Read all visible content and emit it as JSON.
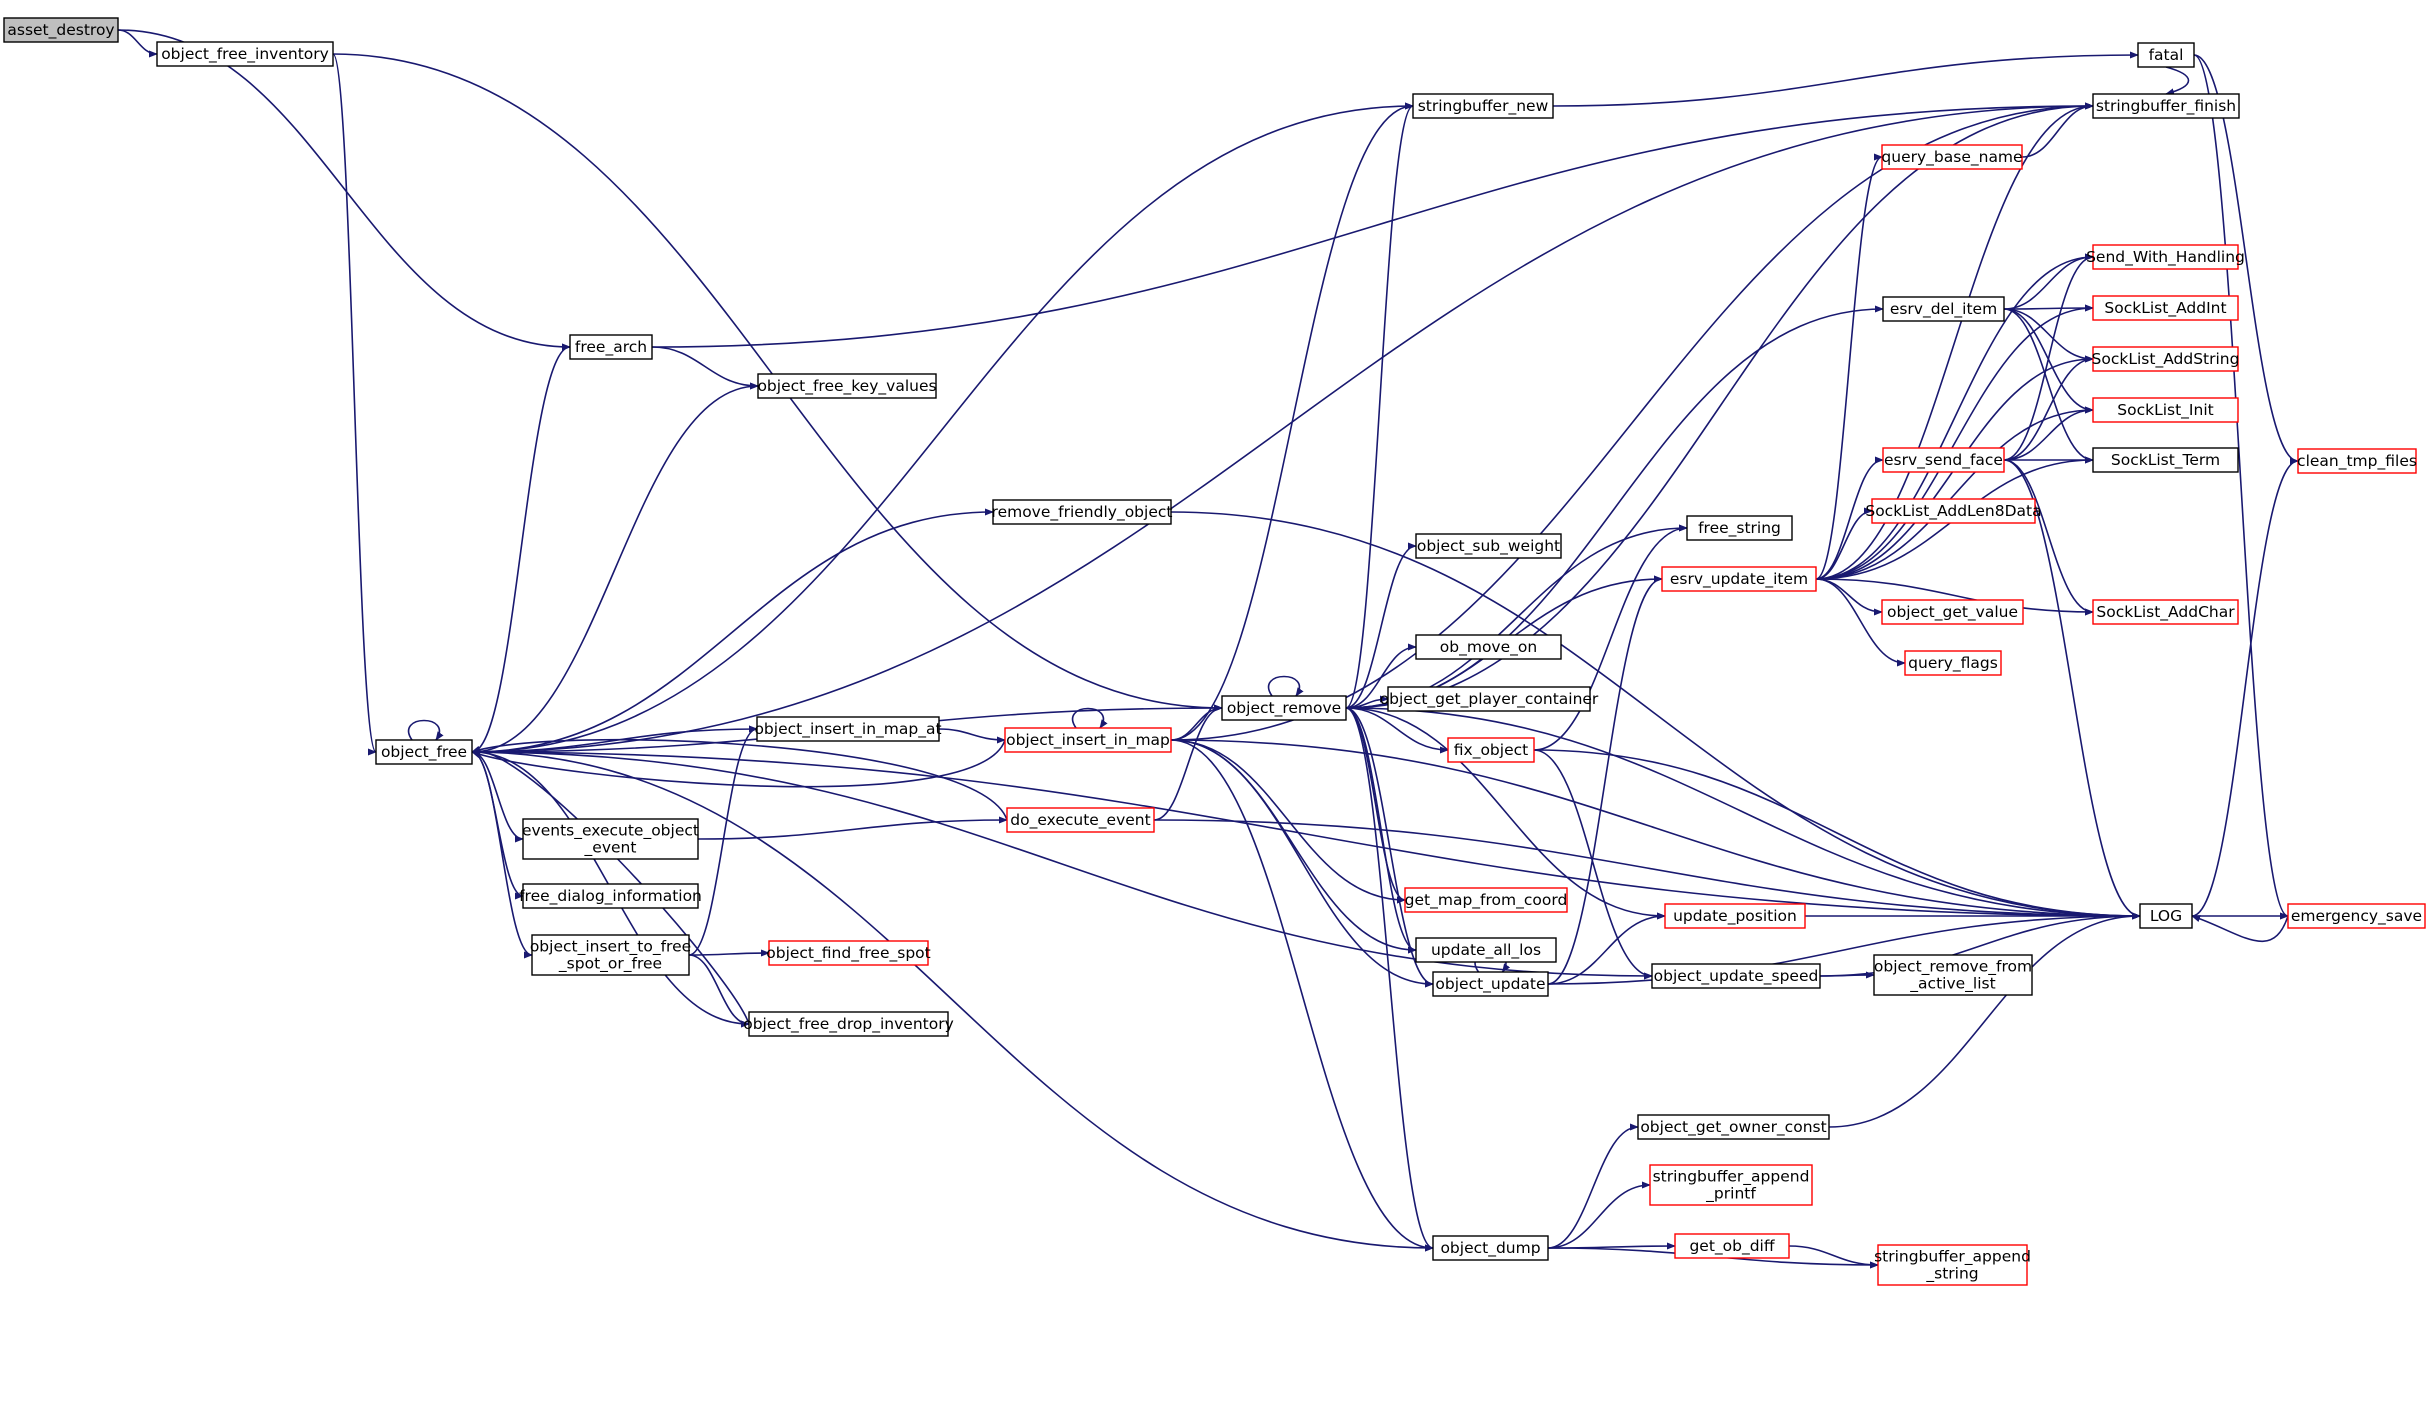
{
  "graph": {
    "colors": {
      "edge": "#191970",
      "node_border": "#000000",
      "node_border_missing": "#ff0000",
      "root_fill": "#bfbfbf",
      "node_fill": "#ffffff",
      "text": "#000000"
    },
    "nodes": [
      {
        "id": "asset_destroy",
        "label": "asset_destroy",
        "root": true
      },
      {
        "id": "object_free_inventory",
        "label": "object_free_inventory"
      },
      {
        "id": "object_free",
        "label": "object_free"
      },
      {
        "id": "free_arch",
        "label": "free_arch"
      },
      {
        "id": "object_free_key_values",
        "label": "object_free_key_values"
      },
      {
        "id": "remove_friendly_object",
        "label": "remove_friendly_object"
      },
      {
        "id": "object_insert_in_map_at",
        "label": "object_insert_in_map_at"
      },
      {
        "id": "events_execute_object_event",
        "label": "events_execute_object\n_event"
      },
      {
        "id": "free_dialog_information",
        "label": "free_dialog_information"
      },
      {
        "id": "object_insert_to_free_spot_or_free",
        "label": "object_insert_to_free\n_spot_or_free"
      },
      {
        "id": "object_free_drop_inventory",
        "label": "object_free_drop_inventory"
      },
      {
        "id": "object_find_free_spot",
        "label": "object_find_free_spot",
        "missing": true
      },
      {
        "id": "object_insert_in_map",
        "label": "object_insert_in_map",
        "missing": true
      },
      {
        "id": "do_execute_event",
        "label": "do_execute_event",
        "missing": true
      },
      {
        "id": "stringbuffer_new",
        "label": "stringbuffer_new"
      },
      {
        "id": "object_remove",
        "label": "object_remove"
      },
      {
        "id": "object_sub_weight",
        "label": "object_sub_weight"
      },
      {
        "id": "ob_move_on",
        "label": "ob_move_on"
      },
      {
        "id": "object_get_player_container",
        "label": "object_get_player_container"
      },
      {
        "id": "fix_object",
        "label": "fix_object",
        "missing": true
      },
      {
        "id": "get_map_from_coord",
        "label": "get_map_from_coord",
        "missing": true
      },
      {
        "id": "update_all_los",
        "label": "update_all_los"
      },
      {
        "id": "object_update",
        "label": "object_update"
      },
      {
        "id": "object_dump",
        "label": "object_dump"
      },
      {
        "id": "free_string",
        "label": "free_string"
      },
      {
        "id": "esrv_update_item",
        "label": "esrv_update_item",
        "missing": true
      },
      {
        "id": "update_position",
        "label": "update_position",
        "missing": true
      },
      {
        "id": "object_update_speed",
        "label": "object_update_speed"
      },
      {
        "id": "object_get_owner_const",
        "label": "object_get_owner_const"
      },
      {
        "id": "stringbuffer_append_printf",
        "label": "stringbuffer_append\n_printf",
        "missing": true
      },
      {
        "id": "get_ob_diff",
        "label": "get_ob_diff",
        "missing": true
      },
      {
        "id": "fatal",
        "label": "fatal"
      },
      {
        "id": "stringbuffer_finish",
        "label": "stringbuffer_finish"
      },
      {
        "id": "query_base_name",
        "label": "query_base_name",
        "missing": true
      },
      {
        "id": "esrv_del_item",
        "label": "esrv_del_item"
      },
      {
        "id": "esrv_send_face",
        "label": "esrv_send_face",
        "missing": true
      },
      {
        "id": "SockList_AddLen8Data",
        "label": "SockList_AddLen8Data",
        "missing": true
      },
      {
        "id": "object_get_value",
        "label": "object_get_value",
        "missing": true
      },
      {
        "id": "query_flags",
        "label": "query_flags",
        "missing": true
      },
      {
        "id": "Send_With_Handling",
        "label": "Send_With_Handling",
        "missing": true
      },
      {
        "id": "SockList_AddInt",
        "label": "SockList_AddInt",
        "missing": true
      },
      {
        "id": "SockList_AddString",
        "label": "SockList_AddString",
        "missing": true
      },
      {
        "id": "SockList_Init",
        "label": "SockList_Init",
        "missing": true
      },
      {
        "id": "SockList_Term",
        "label": "SockList_Term"
      },
      {
        "id": "SockList_AddChar",
        "label": "SockList_AddChar",
        "missing": true
      },
      {
        "id": "object_remove_from_active_list",
        "label": "object_remove_from\n_active_list"
      },
      {
        "id": "stringbuffer_append_string",
        "label": "stringbuffer_append\n_string",
        "missing": true
      },
      {
        "id": "LOG",
        "label": "LOG"
      },
      {
        "id": "emergency_save",
        "label": "emergency_save",
        "missing": true
      },
      {
        "id": "clean_tmp_files",
        "label": "clean_tmp_files",
        "missing": true
      }
    ],
    "edges": [
      [
        "asset_destroy",
        "object_free_inventory"
      ],
      [
        "asset_destroy",
        "free_arch"
      ],
      [
        "object_free_inventory",
        "object_free"
      ],
      [
        "object_free_inventory",
        "object_remove"
      ],
      [
        "object_free",
        "object_free"
      ],
      [
        "object_free",
        "free_arch"
      ],
      [
        "object_free",
        "object_free_key_values"
      ],
      [
        "object_free",
        "remove_friendly_object"
      ],
      [
        "object_free",
        "object_insert_in_map_at"
      ],
      [
        "object_free",
        "events_execute_object_event"
      ],
      [
        "object_free",
        "free_dialog_information"
      ],
      [
        "object_free",
        "object_insert_to_free_spot_or_free"
      ],
      [
        "object_free",
        "object_free_drop_inventory"
      ],
      [
        "object_free",
        "stringbuffer_new"
      ],
      [
        "object_free",
        "stringbuffer_finish"
      ],
      [
        "object_free",
        "object_remove"
      ],
      [
        "object_free",
        "object_update_speed"
      ],
      [
        "object_free",
        "object_dump"
      ],
      [
        "object_free",
        "LOG"
      ],
      [
        "free_arch",
        "object_free_key_values"
      ],
      [
        "free_arch",
        "stringbuffer_finish"
      ],
      [
        "remove_friendly_object",
        "LOG"
      ],
      [
        "object_insert_in_map_at",
        "object_insert_in_map"
      ],
      [
        "events_execute_object_event",
        "do_execute_event"
      ],
      [
        "object_insert_to_free_spot_or_free",
        "object_insert_in_map_at"
      ],
      [
        "object_insert_to_free_spot_or_free",
        "object_find_free_spot"
      ],
      [
        "object_insert_to_free_spot_or_free",
        "object_free_drop_inventory"
      ],
      [
        "object_free_drop_inventory",
        "object_free"
      ],
      [
        "object_insert_in_map",
        "object_insert_in_map"
      ],
      [
        "object_insert_in_map",
        "object_free"
      ],
      [
        "object_insert_in_map",
        "stringbuffer_new"
      ],
      [
        "object_insert_in_map",
        "stringbuffer_finish"
      ],
      [
        "object_insert_in_map",
        "object_remove"
      ],
      [
        "object_insert_in_map",
        "get_map_from_coord"
      ],
      [
        "object_insert_in_map",
        "update_all_los"
      ],
      [
        "object_insert_in_map",
        "object_update"
      ],
      [
        "object_insert_in_map",
        "object_dump"
      ],
      [
        "object_insert_in_map",
        "LOG"
      ],
      [
        "do_execute_event",
        "object_free"
      ],
      [
        "do_execute_event",
        "object_remove"
      ],
      [
        "do_execute_event",
        "LOG"
      ],
      [
        "object_remove",
        "object_remove"
      ],
      [
        "object_remove",
        "stringbuffer_new"
      ],
      [
        "object_remove",
        "stringbuffer_finish"
      ],
      [
        "object_remove",
        "free_string"
      ],
      [
        "object_remove",
        "object_sub_weight"
      ],
      [
        "object_remove",
        "ob_move_on"
      ],
      [
        "object_remove",
        "object_get_player_container"
      ],
      [
        "object_remove",
        "fix_object"
      ],
      [
        "object_remove",
        "get_map_from_coord"
      ],
      [
        "object_remove",
        "update_all_los"
      ],
      [
        "object_remove",
        "object_update"
      ],
      [
        "object_remove",
        "object_dump"
      ],
      [
        "object_remove",
        "esrv_update_item"
      ],
      [
        "object_remove",
        "esrv_del_item"
      ],
      [
        "object_remove",
        "update_position"
      ],
      [
        "object_remove",
        "LOG"
      ],
      [
        "fix_object",
        "free_string"
      ],
      [
        "fix_object",
        "object_update_speed"
      ],
      [
        "fix_object",
        "LOG"
      ],
      [
        "object_update",
        "object_update"
      ],
      [
        "object_update",
        "update_position"
      ],
      [
        "object_update",
        "esrv_update_item"
      ],
      [
        "object_update",
        "LOG"
      ],
      [
        "object_dump",
        "object_get_owner_const"
      ],
      [
        "object_dump",
        "stringbuffer_append_printf"
      ],
      [
        "object_dump",
        "get_ob_diff"
      ],
      [
        "object_dump",
        "stringbuffer_append_string"
      ],
      [
        "stringbuffer_new",
        "fatal"
      ],
      [
        "update_position",
        "LOG"
      ],
      [
        "object_update_speed",
        "object_remove_from_active_list"
      ],
      [
        "object_update_speed",
        "LOG"
      ],
      [
        "object_get_owner_const",
        "LOG"
      ],
      [
        "get_ob_diff",
        "stringbuffer_append_string"
      ],
      [
        "esrv_update_item",
        "query_base_name"
      ],
      [
        "esrv_update_item",
        "esrv_send_face"
      ],
      [
        "esrv_update_item",
        "SockList_AddLen8Data"
      ],
      [
        "esrv_update_item",
        "object_get_value"
      ],
      [
        "esrv_update_item",
        "query_flags"
      ],
      [
        "esrv_update_item",
        "Send_With_Handling"
      ],
      [
        "esrv_update_item",
        "SockList_AddInt"
      ],
      [
        "esrv_update_item",
        "SockList_AddString"
      ],
      [
        "esrv_update_item",
        "SockList_Init"
      ],
      [
        "esrv_update_item",
        "SockList_Term"
      ],
      [
        "esrv_update_item",
        "SockList_AddChar"
      ],
      [
        "esrv_update_item",
        "stringbuffer_finish"
      ],
      [
        "query_base_name",
        "stringbuffer_finish"
      ],
      [
        "esrv_del_item",
        "Send_With_Handling"
      ],
      [
        "esrv_del_item",
        "SockList_AddInt"
      ],
      [
        "esrv_del_item",
        "SockList_AddString"
      ],
      [
        "esrv_del_item",
        "SockList_Init"
      ],
      [
        "esrv_del_item",
        "SockList_Term"
      ],
      [
        "esrv_send_face",
        "Send_With_Handling"
      ],
      [
        "esrv_send_face",
        "SockList_AddString"
      ],
      [
        "esrv_send_face",
        "SockList_Init"
      ],
      [
        "esrv_send_face",
        "SockList_Term"
      ],
      [
        "esrv_send_face",
        "SockList_AddChar"
      ],
      [
        "esrv_send_face",
        "LOG"
      ],
      [
        "fatal",
        "stringbuffer_finish"
      ],
      [
        "fatal",
        "clean_tmp_files"
      ],
      [
        "fatal",
        "emergency_save"
      ],
      [
        "LOG",
        "emergency_save"
      ],
      [
        "LOG",
        "clean_tmp_files"
      ],
      [
        "emergency_save",
        "LOG"
      ]
    ]
  }
}
